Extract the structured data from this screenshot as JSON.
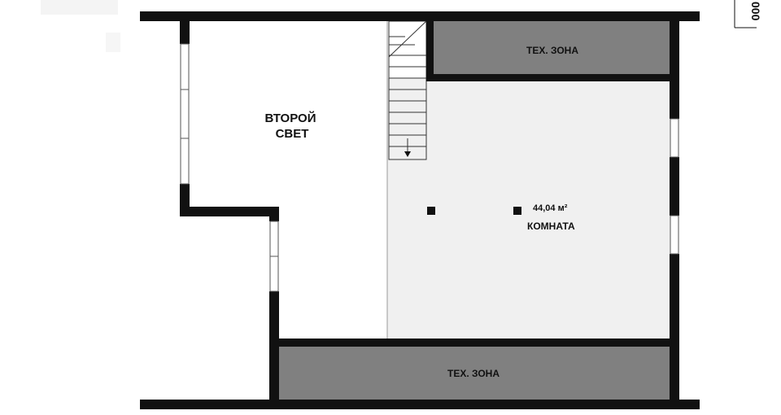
{
  "labels": {
    "second_light_line1": "ВТОРОЙ",
    "second_light_line2": "СВЕТ",
    "tech_zone_top": "ТЕХ. ЗОНА",
    "tech_zone_bottom": "ТЕХ. ЗОНА",
    "room_area": "44,04 м²",
    "room_name": "КОМНАТА",
    "edge_text": "000"
  },
  "colors": {
    "wall": "#111111",
    "room_fill": "#f0f0f0",
    "tech_zone_fill": "#808080",
    "open_area_fill": "#ffffff"
  }
}
